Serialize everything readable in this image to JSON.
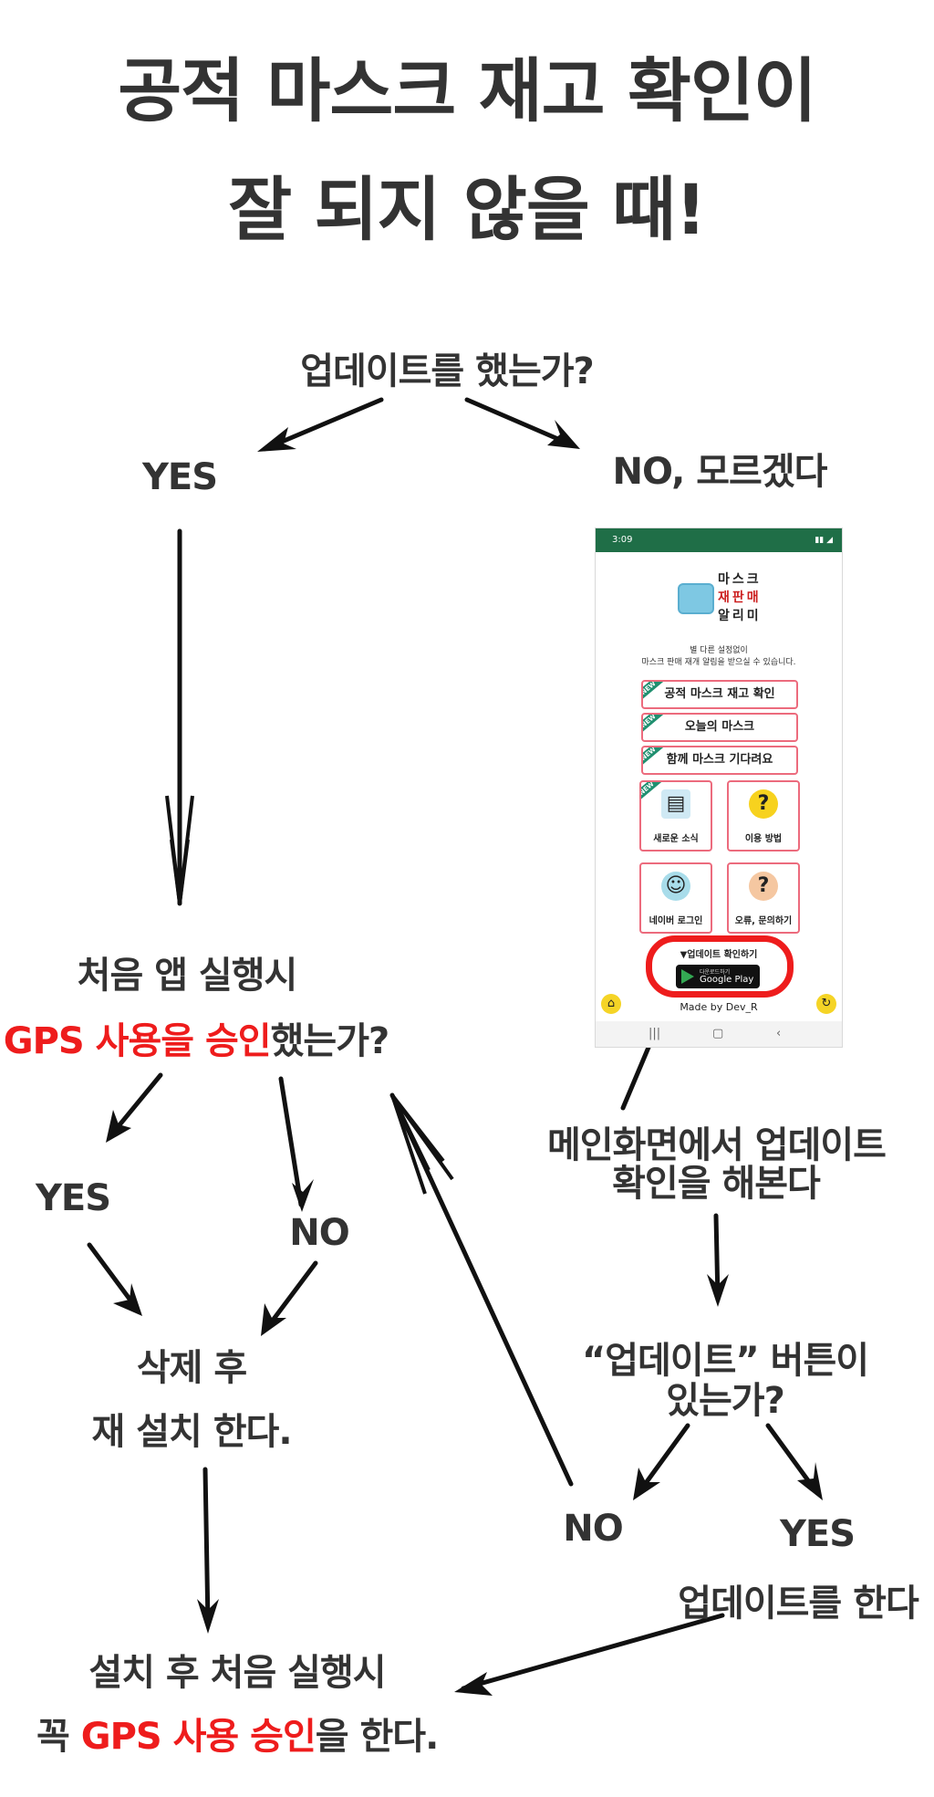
{
  "title": {
    "line1": "공적 마스크 재고 확인이",
    "line2": "잘 되지 않을 때!"
  },
  "flow": {
    "q_update": "업데이트를 했는가?",
    "yes1": "YES",
    "no_unknown": "NO, 모르겠다",
    "q_gps_line1": "처음 앱 실행시",
    "q_gps_red": "GPS 사용을 승인",
    "q_gps_rest": "했는가?",
    "yes2": "YES",
    "no2": "NO",
    "reinstall_line1": "삭제 후",
    "reinstall_line2": "재 설치 한다.",
    "check_main_line1": "메인화면에서 업데이트",
    "check_main_line2": "확인을 해본다",
    "q_button_line1": "“업데이트” 버튼이",
    "q_button_line2": "있는가?",
    "no3": "NO",
    "yes3": "YES",
    "do_update": "업데이트를 한다",
    "final_line1": "설치 후 처음 실행시",
    "final_pre": "꼭 ",
    "final_red": "GPS 사용 승인",
    "final_post": "을 한다."
  },
  "phone": {
    "status_time": "3:09",
    "app_name": [
      "마스크",
      "재판매",
      "알리미"
    ],
    "intro_line1": "별 다른 설정없이",
    "intro_line2": "마스크 판매 재개 알림을 받으실 수 있습니다.",
    "ribbon": "NEW",
    "buttons": [
      "공적 마스크 재고 확인",
      "오늘의 마스크",
      "함께 마스크 기다려요"
    ],
    "tiles": [
      "새로운 소식",
      "이용 방법",
      "네이버 로그인",
      "오류, 문의하기"
    ],
    "update_label": "▼업데이트 확인하기",
    "gplay_small": "다운로드하기",
    "gplay_big": "Google Play",
    "made_by": "Made by Dev_R"
  },
  "colors": {
    "text": "#333333",
    "highlight": "#ee1c1c",
    "phone_bar": "#1f6e47",
    "button_border": "#ec6b7d"
  }
}
